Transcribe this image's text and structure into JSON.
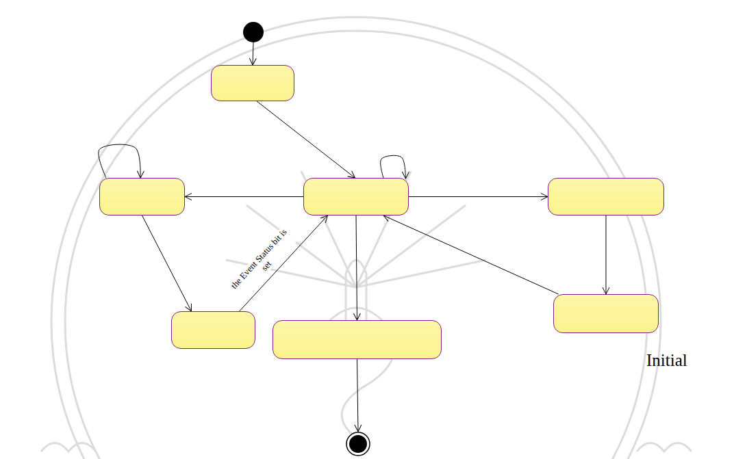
{
  "diagram": {
    "nodes": [
      {
        "text": []
      },
      {
        "text": []
      },
      {
        "text": []
      },
      {
        "text": []
      },
      {
        "text": []
      },
      {
        "text": []
      },
      {
        "text": []
      },
      {
        "text": []
      },
      {
        "text": []
      }
    ],
    "edges": [
      {
        "from": 0,
        "to": 1,
        "arrow": "to"
      },
      {
        "from": 1,
        "to": 3,
        "arrow": "to"
      },
      {
        "from": 3,
        "to": 3,
        "arrow": "to"
      },
      {
        "from": 3,
        "to": 2,
        "arrow": "to"
      },
      {
        "from": 2,
        "to": 2,
        "arrow": "to"
      },
      {
        "from": 2,
        "to": 5,
        "arrow": "to"
      },
      {
        "from": 5,
        "to": 3,
        "label": "the Event Status bit is set",
        "arrow": "to"
      },
      {
        "from": 3,
        "to": 4,
        "arrow": "to"
      },
      {
        "from": 4,
        "to": 7,
        "arrow": "to"
      },
      {
        "from": 7,
        "to": 3,
        "arrow": "to"
      },
      {
        "from": 3,
        "to": 6,
        "arrow": "to"
      },
      {
        "from": 6,
        "to": 8,
        "arrow": "to"
      }
    ],
    "labels": [
      "Initial"
    ]
  }
}
